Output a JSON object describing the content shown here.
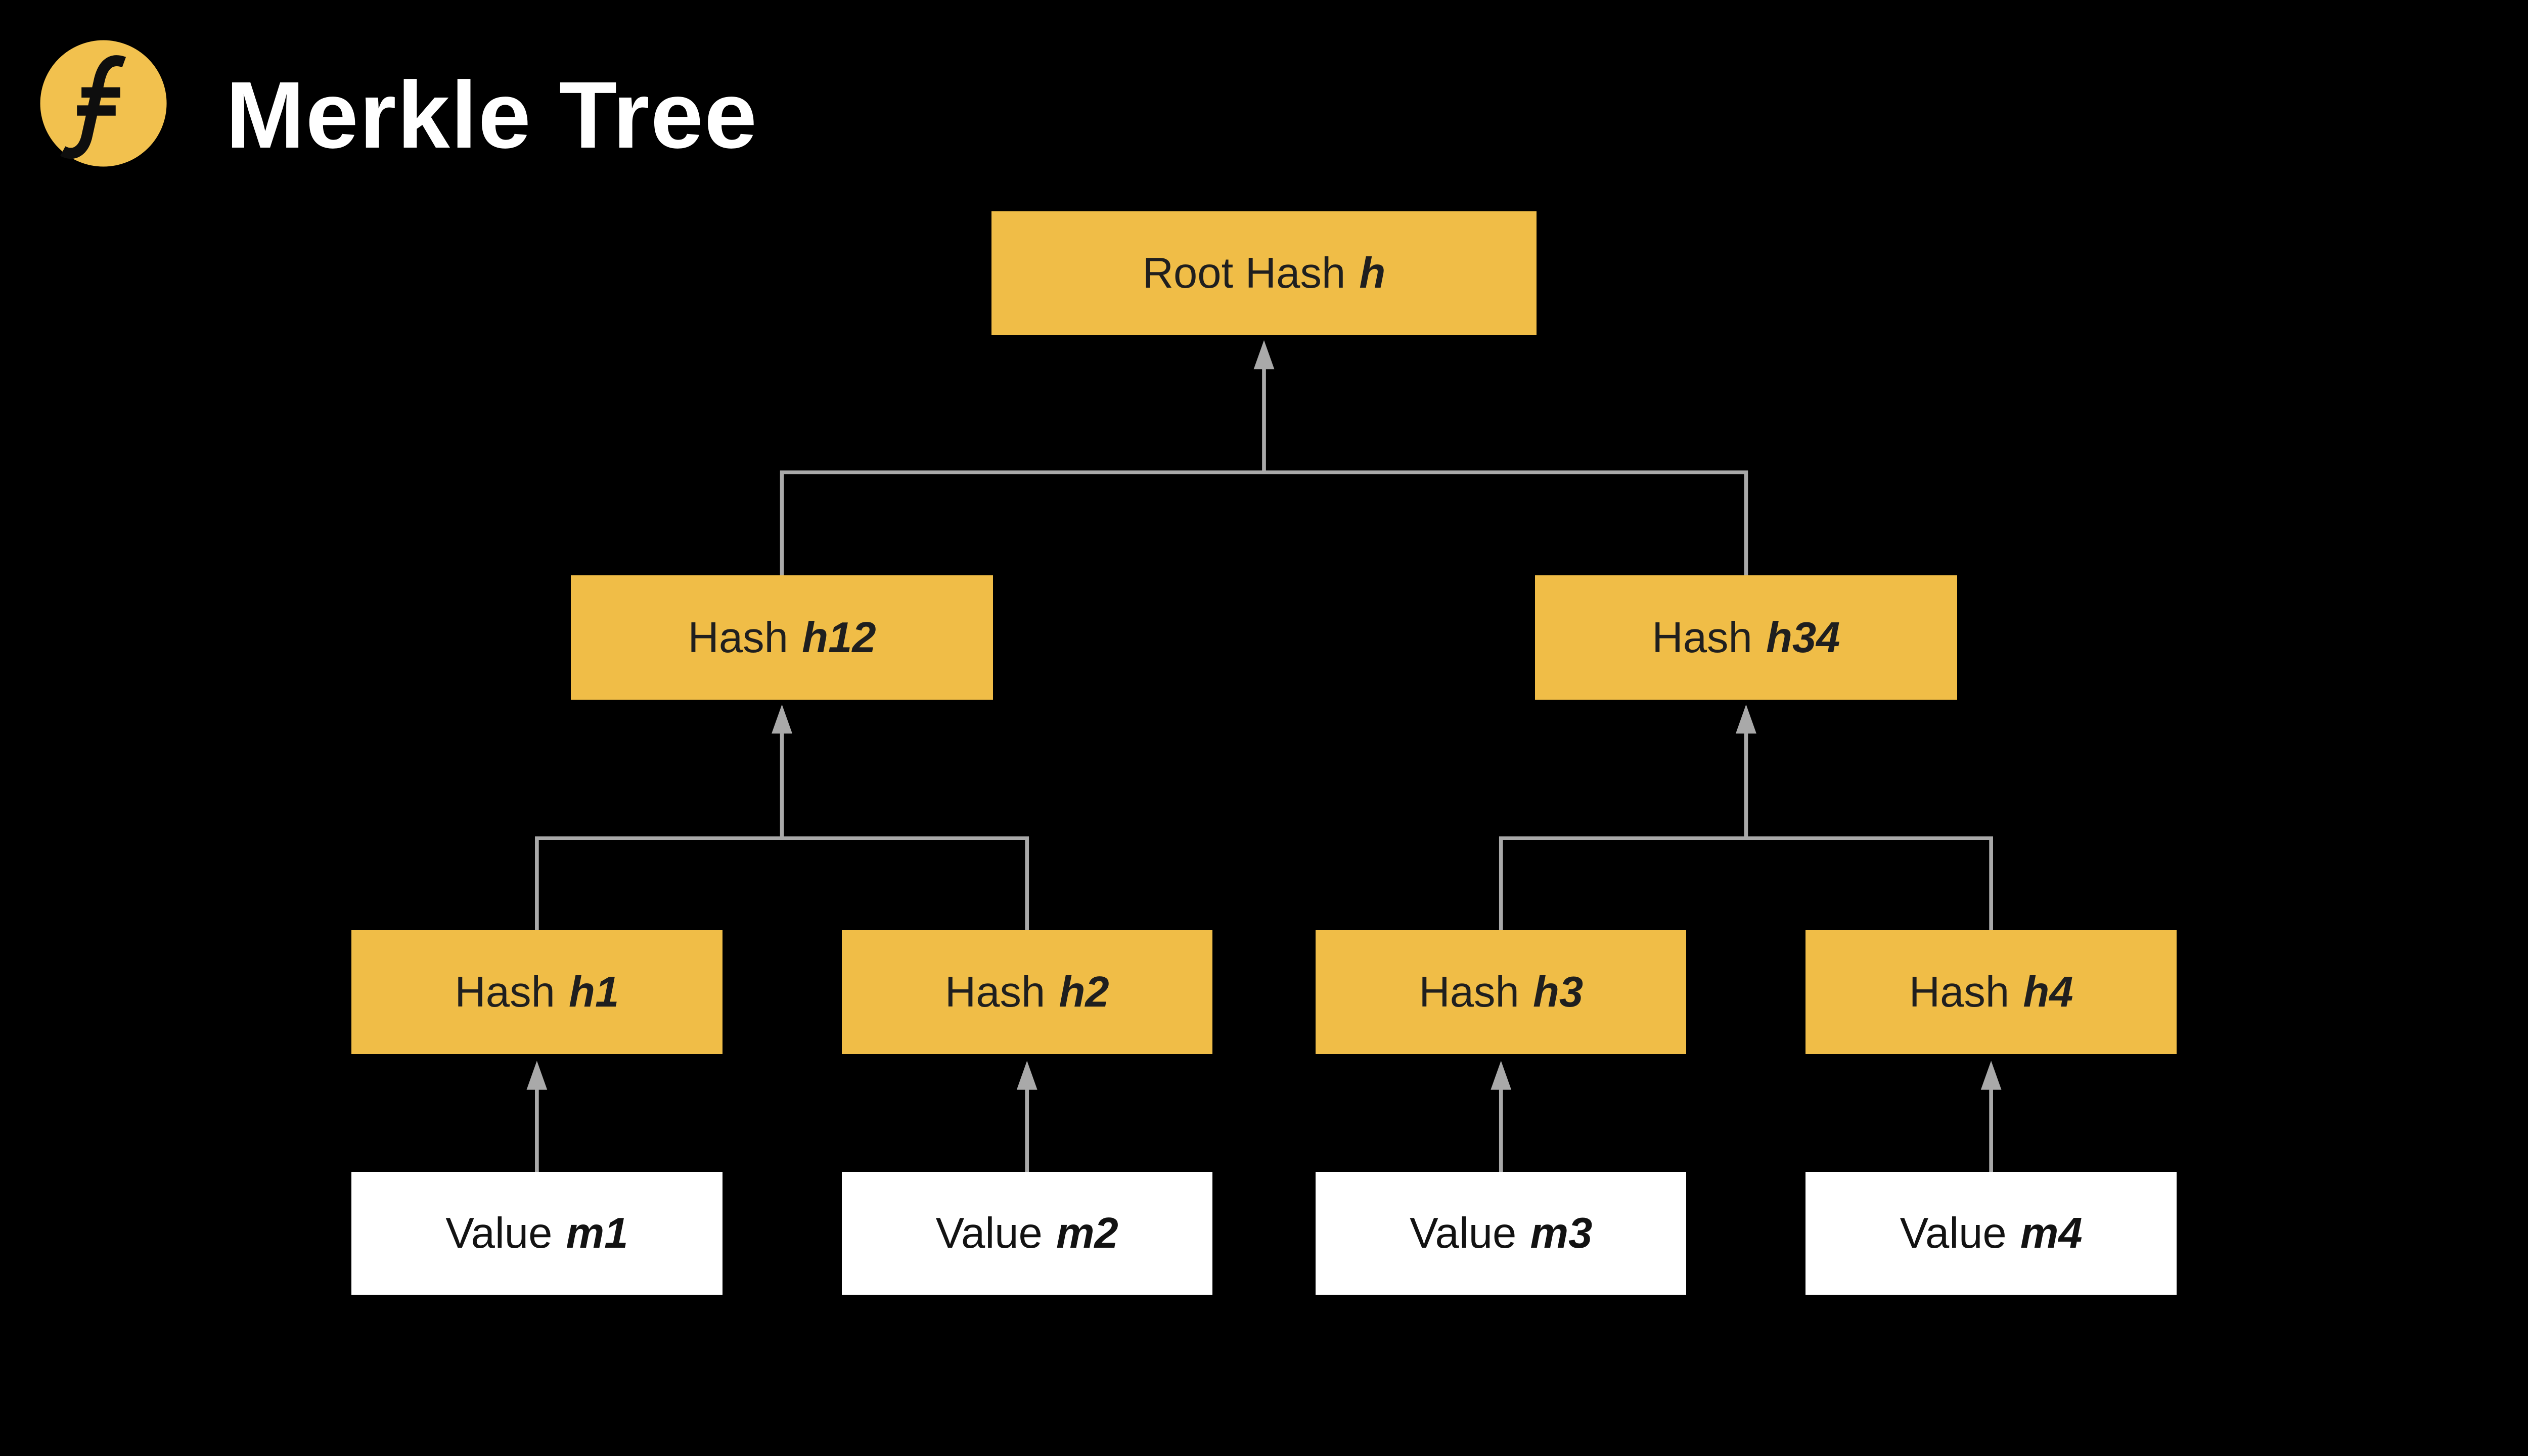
{
  "header": {
    "logo_icon": "filecoin-logo",
    "title": "Merkle Tree"
  },
  "colors": {
    "background": "#000000",
    "title_text": "#FFFFFF",
    "logo_fill": "#F2C14E",
    "logo_glyph": "#0E0E0E",
    "hash_fill": "#F0BD47",
    "hash_text": "#1F1F1F",
    "value_fill": "#FFFFFF",
    "value_text": "#121212",
    "connector": "#A9A9A9"
  },
  "diagram": {
    "type": "merkle-tree",
    "nodes": [
      {
        "id": "root",
        "prefix": "Root Hash",
        "var": "h",
        "kind": "hash",
        "level": 0
      },
      {
        "id": "h12",
        "prefix": "Hash",
        "var": "h12",
        "kind": "hash",
        "level": 1
      },
      {
        "id": "h34",
        "prefix": "Hash",
        "var": "h34",
        "kind": "hash",
        "level": 1
      },
      {
        "id": "h1",
        "prefix": "Hash",
        "var": "h1",
        "kind": "hash",
        "level": 2
      },
      {
        "id": "h2",
        "prefix": "Hash",
        "var": "h2",
        "kind": "hash",
        "level": 2
      },
      {
        "id": "h3",
        "prefix": "Hash",
        "var": "h3",
        "kind": "hash",
        "level": 2
      },
      {
        "id": "h4",
        "prefix": "Hash",
        "var": "h4",
        "kind": "hash",
        "level": 2
      },
      {
        "id": "m1",
        "prefix": "Value",
        "var": "m1",
        "kind": "value",
        "level": 3
      },
      {
        "id": "m2",
        "prefix": "Value",
        "var": "m2",
        "kind": "value",
        "level": 3
      },
      {
        "id": "m3",
        "prefix": "Value",
        "var": "m3",
        "kind": "value",
        "level": 3
      },
      {
        "id": "m4",
        "prefix": "Value",
        "var": "m4",
        "kind": "value",
        "level": 3
      }
    ],
    "edges": [
      {
        "from": "h12",
        "to": "root"
      },
      {
        "from": "h34",
        "to": "root"
      },
      {
        "from": "h1",
        "to": "h12"
      },
      {
        "from": "h2",
        "to": "h12"
      },
      {
        "from": "h3",
        "to": "h34"
      },
      {
        "from": "h4",
        "to": "h34"
      },
      {
        "from": "m1",
        "to": "h1"
      },
      {
        "from": "m2",
        "to": "h2"
      },
      {
        "from": "m3",
        "to": "h3"
      },
      {
        "from": "m4",
        "to": "h4"
      }
    ]
  }
}
